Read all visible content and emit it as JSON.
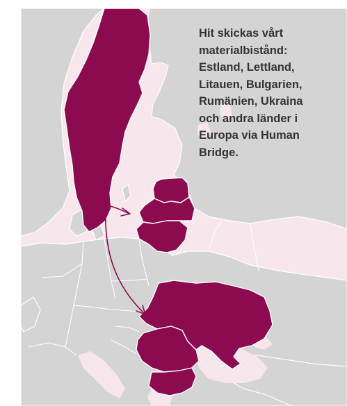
{
  "caption": {
    "text": "Hit skickas vårt\nmaterialbistånd:\nEstland, Lettland,\nLitauen, Bulgarien,\nRumänien, Ukraina\noch andra länder i\nEuropa via Human\nBridge."
  },
  "colors": {
    "sea": "#f7e7ec",
    "land": "#d4d4d4",
    "border": "#ffffff",
    "highlight": "#8c0a4f",
    "arrow": "#8c0a4f",
    "text": "#333333"
  },
  "highlighted_countries": [
    "Sverige",
    "Estland",
    "Lettland",
    "Litauen",
    "Ukraina",
    "Rumänien",
    "Bulgarien"
  ]
}
